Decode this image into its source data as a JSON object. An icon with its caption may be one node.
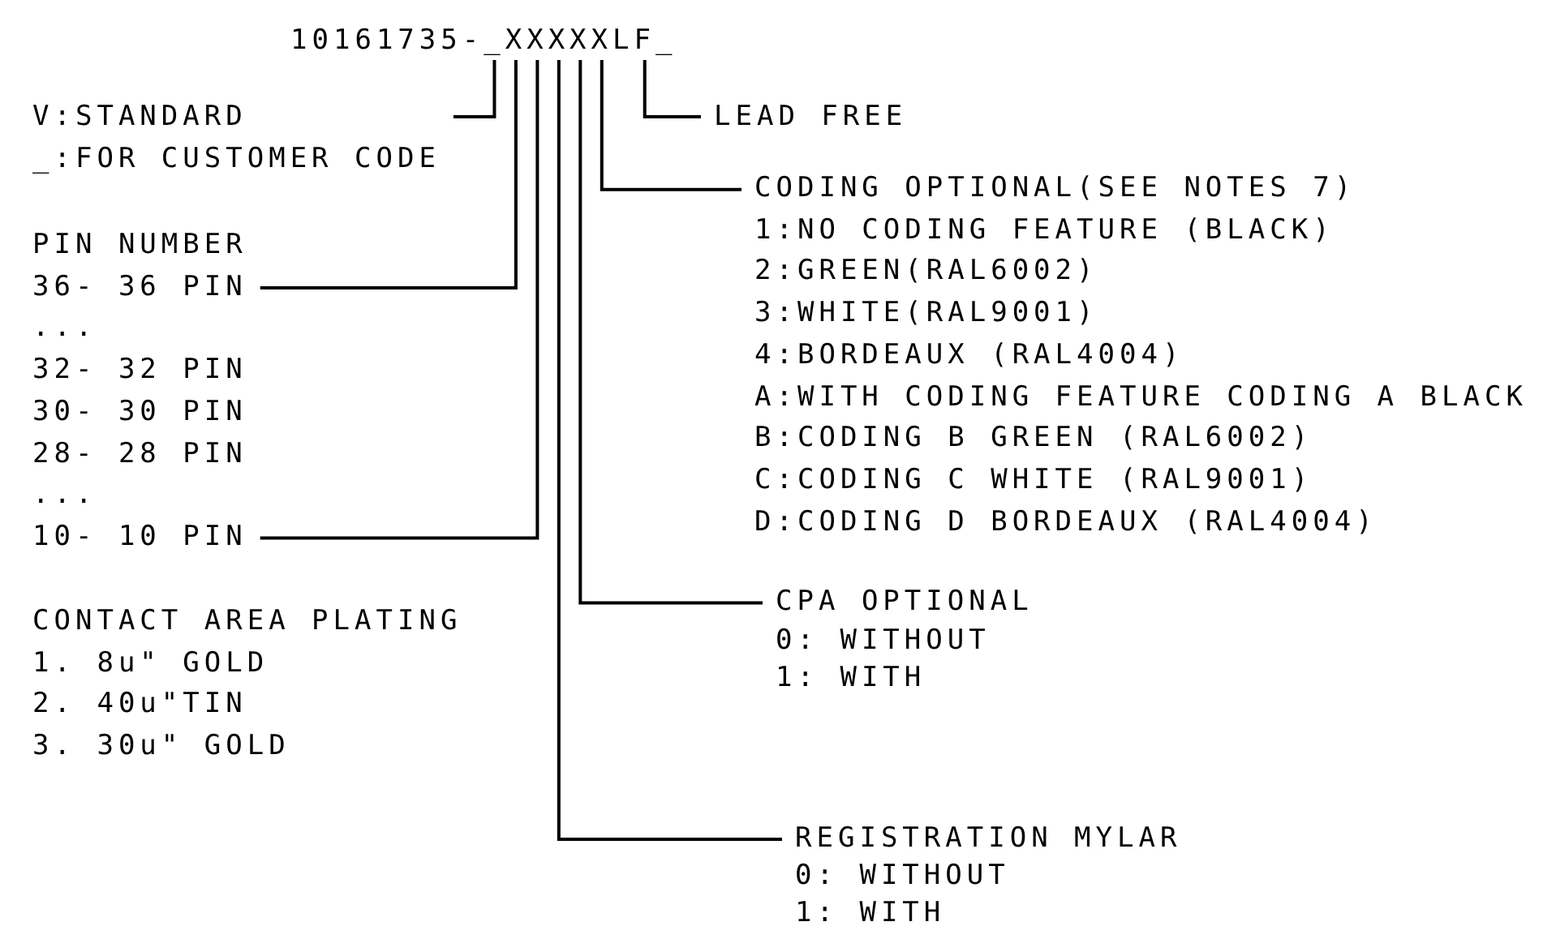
{
  "diagram": {
    "nodes": [
      {
        "text": [
          "10161735-_XXXXXLF_"
        ]
      },
      {
        "text": [
          "V:STANDARD",
          "_:FOR CUSTOMER CODE"
        ]
      },
      {
        "text": [
          "LEAD FREE"
        ]
      },
      {
        "text": [
          "CODING OPTIONAL(SEE NOTES 7)",
          "1:NO CODING FEATURE (BLACK)",
          "2:GREEN(RAL6002)",
          "3:WHITE(RAL9001)",
          "4:BORDEAUX (RAL4004)",
          "A:WITH CODING FEATURE CODING A BLACK",
          "B:CODING B GREEN (RAL6002)",
          "C:CODING C WHITE (RAL9001)",
          "D:CODING D BORDEAUX (RAL4004)"
        ]
      },
      {
        "text": [
          "PIN NUMBER",
          "36- 36 PIN",
          "...",
          "32- 32 PIN",
          "30- 30 PIN",
          "28- 28 PIN",
          "...",
          "10- 10 PIN"
        ]
      },
      {
        "text": [
          "CPA OPTIONAL",
          "0: WITHOUT",
          "1: WITH"
        ]
      },
      {
        "text": [
          "REGISTRATION MYLAR",
          "0: WITHOUT",
          "1: WITH"
        ]
      }
    ],
    "edges": [
      {
        "from": 1,
        "to": 0,
        "arrow": "none"
      },
      {
        "from": 2,
        "to": 0,
        "arrow": "none"
      },
      {
        "from": 3,
        "to": 0,
        "arrow": "none"
      },
      {
        "from": 4,
        "to": 0,
        "arrow": "none"
      },
      {
        "from": 4,
        "to": 0,
        "arrow": "none"
      },
      {
        "from": 5,
        "to": 0,
        "arrow": "none"
      },
      {
        "from": 6,
        "to": 0,
        "arrow": "none"
      }
    ],
    "labels": [
      "CONTACT AREA PLATING",
      "1. 8u\" GOLD",
      "2. 40u\"TIN",
      "3. 30u\" GOLD"
    ]
  }
}
